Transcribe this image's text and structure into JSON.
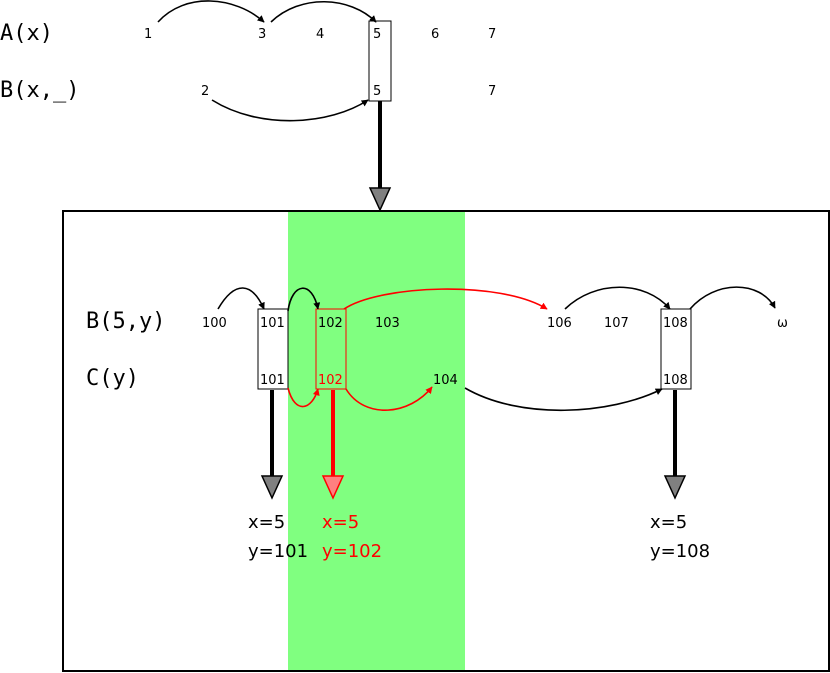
{
  "colors": {
    "highlight_band": "#80ff80",
    "accent": "#ff0000",
    "line": "#000000",
    "arrowhead_gray": "#808080"
  },
  "top": {
    "row_a": {
      "label": "A(x)",
      "values": [
        "1",
        "3",
        "4",
        "5",
        "6",
        "7"
      ]
    },
    "row_b": {
      "label": "B(x,_)",
      "values": [
        "2",
        "5",
        "7"
      ]
    }
  },
  "panel": {
    "row_b": {
      "label": "B(5,y)",
      "values": [
        "100",
        "101",
        "102",
        "103",
        "106",
        "107",
        "108",
        "ω"
      ]
    },
    "row_c": {
      "label": "C(y)",
      "values": [
        "101",
        "102",
        "104",
        "108"
      ]
    },
    "results": [
      {
        "x": "x=5",
        "y": "y=101",
        "color": "#000000"
      },
      {
        "x": "x=5",
        "y": "y=102",
        "color": "#ff0000"
      },
      {
        "x": "x=5",
        "y": "y=108",
        "color": "#000000"
      }
    ]
  }
}
